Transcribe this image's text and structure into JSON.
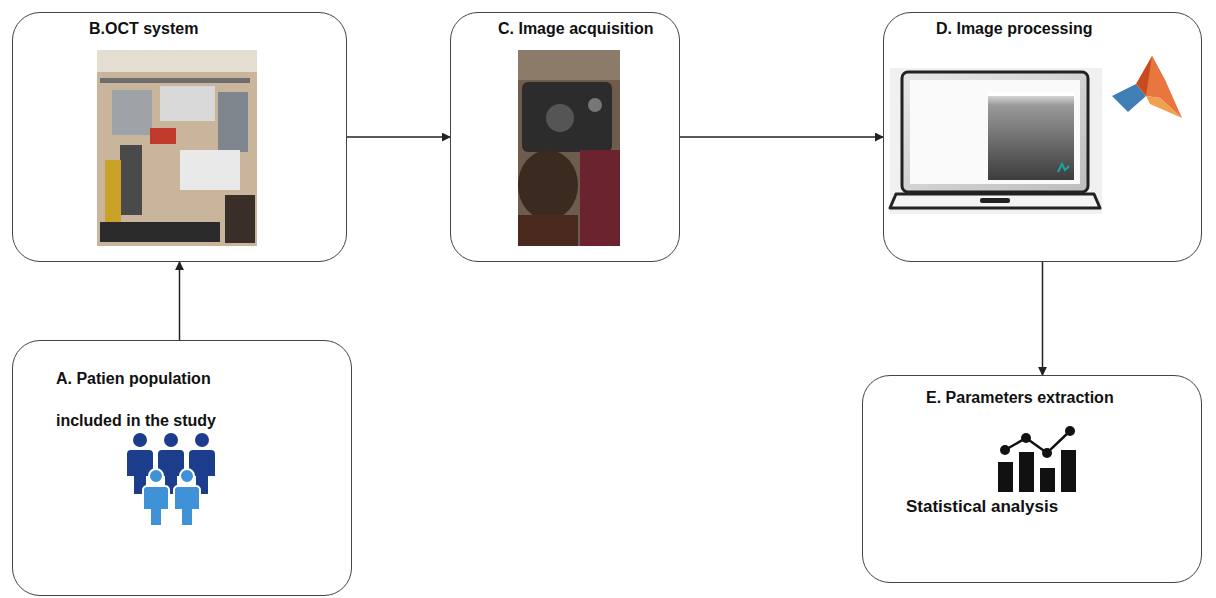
{
  "diagram": {
    "nodes": [
      {
        "text": [
          "A. Patien population included in the study"
        ]
      },
      {
        "text": [
          "B.OCT system"
        ]
      },
      {
        "text": [
          "C. Image acquisition"
        ]
      },
      {
        "text": [
          "D. Image processing"
        ]
      },
      {
        "text": [
          "E. Parameters extraction",
          "Statistical analysis"
        ]
      }
    ],
    "edges": [
      {
        "from": 0,
        "to": 1,
        "arrow": "to"
      },
      {
        "from": 1,
        "to": 2,
        "arrow": "to"
      },
      {
        "from": 2,
        "to": 3,
        "arrow": "to"
      },
      {
        "from": 3,
        "to": 4,
        "arrow": "to"
      }
    ]
  }
}
